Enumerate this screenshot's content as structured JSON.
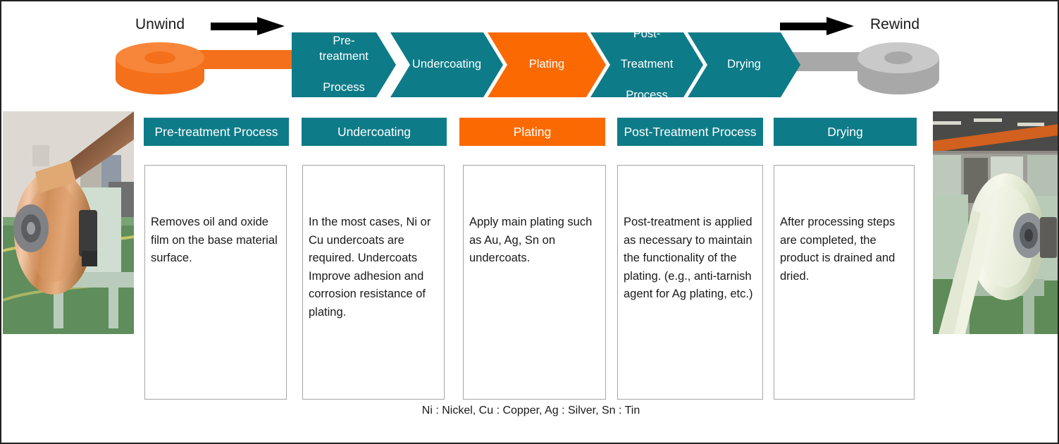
{
  "theme": {
    "teal": "#0e7b88",
    "orange": "#fb6a02",
    "orange_light": "#f7863a",
    "gray": "#a8a8a8",
    "gray_light": "#c9c9c9",
    "border": "#a6a6a6",
    "text": "#1a1a1a",
    "page_border": "#222222"
  },
  "flow": {
    "unwind_label": "Unwind",
    "rewind_label": "Rewind",
    "left_arrow_icon": "arrow-right-icon",
    "right_arrow_icon": "arrow-right-icon",
    "unwind_coil_icon": "copper-coil-icon",
    "rewind_coil_icon": "plated-coil-icon",
    "steps": [
      {
        "label": "Pre-treatment\nProcess",
        "lines": [
          "Pre-treatment",
          "Process"
        ],
        "color": "#0e7b88",
        "highlight": false
      },
      {
        "label": "Undercoating",
        "lines": [
          "Undercoating"
        ],
        "color": "#0e7b88",
        "highlight": false
      },
      {
        "label": "Plating",
        "lines": [
          "Plating"
        ],
        "color": "#fb6a02",
        "highlight": true
      },
      {
        "label": "Post-Treatment Process",
        "lines": [
          "Post-",
          "Treatment",
          "Process"
        ],
        "color": "#0e7b88",
        "highlight": false
      },
      {
        "label": "Drying",
        "lines": [
          "Drying"
        ],
        "color": "#0e7b88",
        "highlight": false
      }
    ]
  },
  "photos": [
    {
      "name": "unwind-photo",
      "caption": "Copper coil being unwound on machinery"
    },
    {
      "name": "rewind-photo",
      "caption": "Plated strip coil being rewound on machinery"
    }
  ],
  "cards": [
    {
      "title": "Pre-treatment Process",
      "color": "#0e7b88",
      "text": "Removes oil and oxide film on the base material surface."
    },
    {
      "title": "Undercoating",
      "color": "#0e7b88",
      "text": "In the most cases, Ni or Cu undercoats are required. Undercoats Improve adhesion and corrosion resistance of plating."
    },
    {
      "title": "Plating",
      "color": "#fb6a02",
      "text": "Apply main plating such as Au, Ag, Sn on undercoats."
    },
    {
      "title": "Post-Treatment Process",
      "color": "#0e7b88",
      "text": "Post-treatment is applied as necessary to maintain the functionality of the plating. (e.g., anti-tarnish agent for Ag plating, etc.)"
    },
    {
      "title": "Drying",
      "color": "#0e7b88",
      "text": "After processing steps are completed, the product is drained and dried."
    }
  ],
  "footnote": "Ni : Nickel, Cu : Copper, Ag : Silver, Sn : Tin"
}
